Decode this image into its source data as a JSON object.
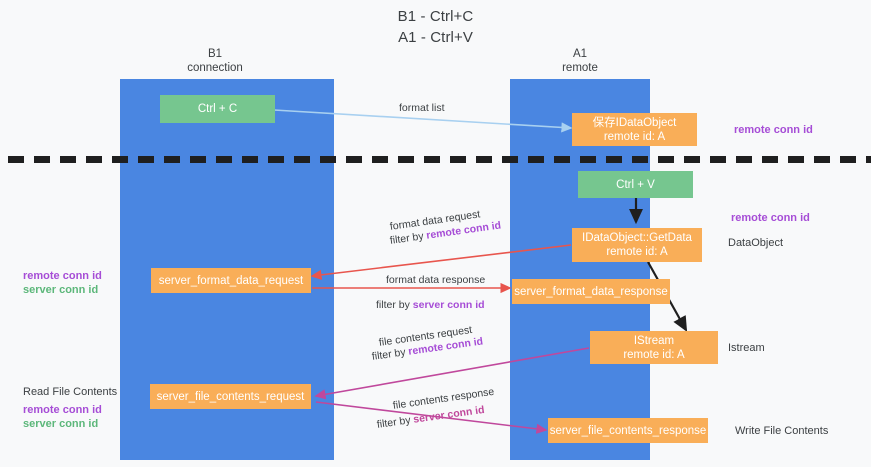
{
  "title": {
    "line1": "B1 - Ctrl+C",
    "line2": "A1 - Ctrl+V"
  },
  "columns": [
    {
      "name": "left",
      "line1": "B1",
      "line2": "connection"
    },
    {
      "name": "right",
      "line1": "A1",
      "line2": "remote"
    }
  ],
  "nodes": {
    "ctrl_c": {
      "line1": "Ctrl + C",
      "line2": ""
    },
    "save_idataobject": {
      "line1": "保存IDataObject",
      "line2": "remote id: A"
    },
    "ctrl_v": {
      "line1": "Ctrl + V",
      "line2": ""
    },
    "idataobject_getdata": {
      "line1": "IDataObject::GetData",
      "line2": "remote id: A"
    },
    "server_format_data_request": {
      "line1": "server_format_data_request",
      "line2": ""
    },
    "server_format_data_response": {
      "line1": "server_format_data_response",
      "line2": ""
    },
    "istream": {
      "line1": "IStream",
      "line2": "remote id: A"
    },
    "server_file_contents_request": {
      "line1": "server_file_contents_request",
      "line2": ""
    },
    "server_file_contents_response": {
      "line1": "server_file_contents_response",
      "line2": ""
    }
  },
  "edge_labels": {
    "format_list": {
      "text": "format list"
    },
    "format_data_request": {
      "text": "format data request"
    },
    "format_data_request_filter": {
      "prefix": "filter by ",
      "highlight": "remote conn id"
    },
    "format_data_response": {
      "text": "format data response"
    },
    "format_data_response_filter": {
      "prefix": "filter by ",
      "highlight": "server conn id"
    },
    "file_contents_request": {
      "text": "file contents request"
    },
    "file_contents_request_filter": {
      "prefix": "filter by ",
      "highlight": "remote conn id"
    },
    "file_contents_response": {
      "text": "file contents response"
    },
    "file_contents_response_filter": {
      "prefix": "filter by ",
      "highlight": "server conn id"
    }
  },
  "side_labels": {
    "right_remote_conn_id_top": "remote conn id",
    "right_remote_conn_id_mid": "remote conn id",
    "right_dataobject": "DataObject",
    "right_istream": "Istream",
    "right_write_file_contents": "Write File Contents",
    "left_remote_conn_id_mid": "remote conn id",
    "left_server_conn_id_mid": "server conn id",
    "left_read_file_contents": "Read File Contents",
    "left_remote_conn_id_bot": "remote conn id",
    "left_server_conn_id_bot": "server conn id"
  },
  "colors": {
    "lane": "#4a86e1",
    "green_node": "#76c68f",
    "orange_node": "#f9ae58",
    "purple": "#a64dd6",
    "green_text": "#5cb77a",
    "pink": "#c0489c",
    "red_arrow": "#e8554d",
    "blue_arrow": "#a8d0f0",
    "black_arrow": "#1f1f1f",
    "background": "#f8f9fa"
  }
}
